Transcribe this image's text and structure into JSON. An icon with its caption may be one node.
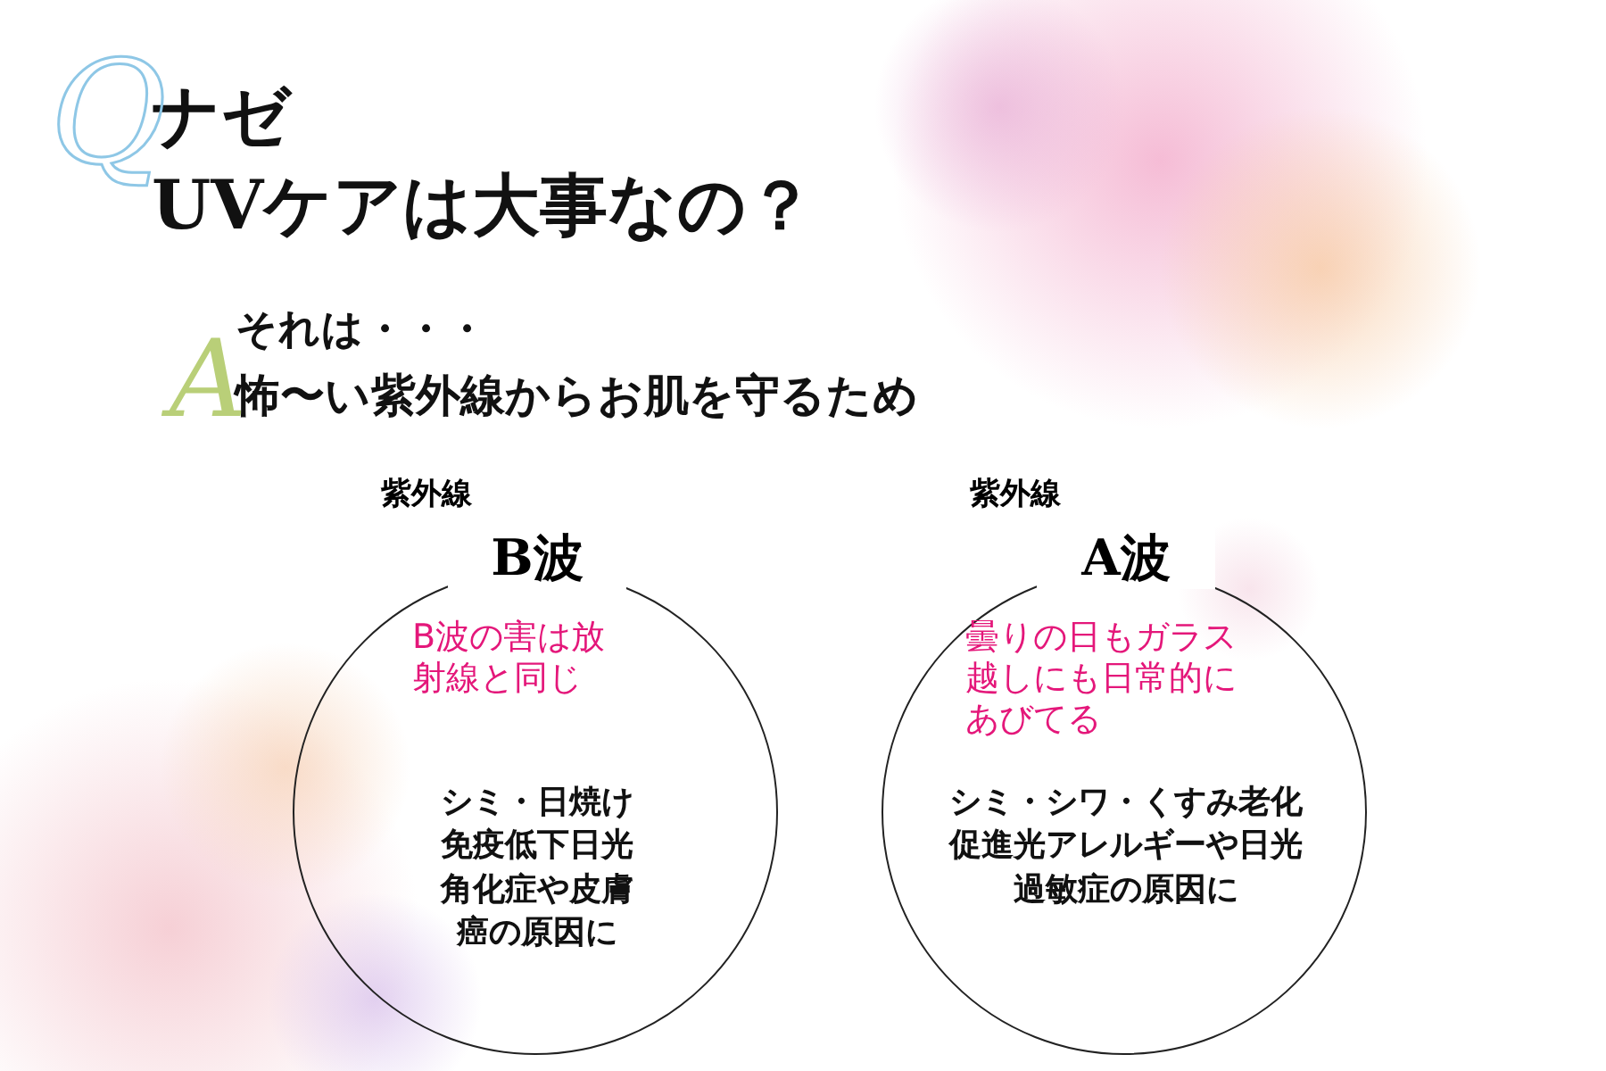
{
  "diagram": {
    "title": "ナゼ UVケアは大事なの？",
    "nodes": [
      {
        "text": [
          "紫外線",
          "B波",
          "B波の害は放射線と同じ",
          "シミ・日焼け免疫低下日光角化症や皮膚癌の原因に"
        ]
      },
      {
        "text": [
          "紫外線",
          "A波",
          "曇りの日もガラス越しにも日常的にあびてる",
          "シミ・シワ・くすみ老化促進光アレルギーや日光過敏症の原因に"
        ]
      }
    ],
    "labels": [
      "Q",
      "A",
      "それは・・・",
      "怖〜い紫外線からお肌を守るため"
    ]
  }
}
